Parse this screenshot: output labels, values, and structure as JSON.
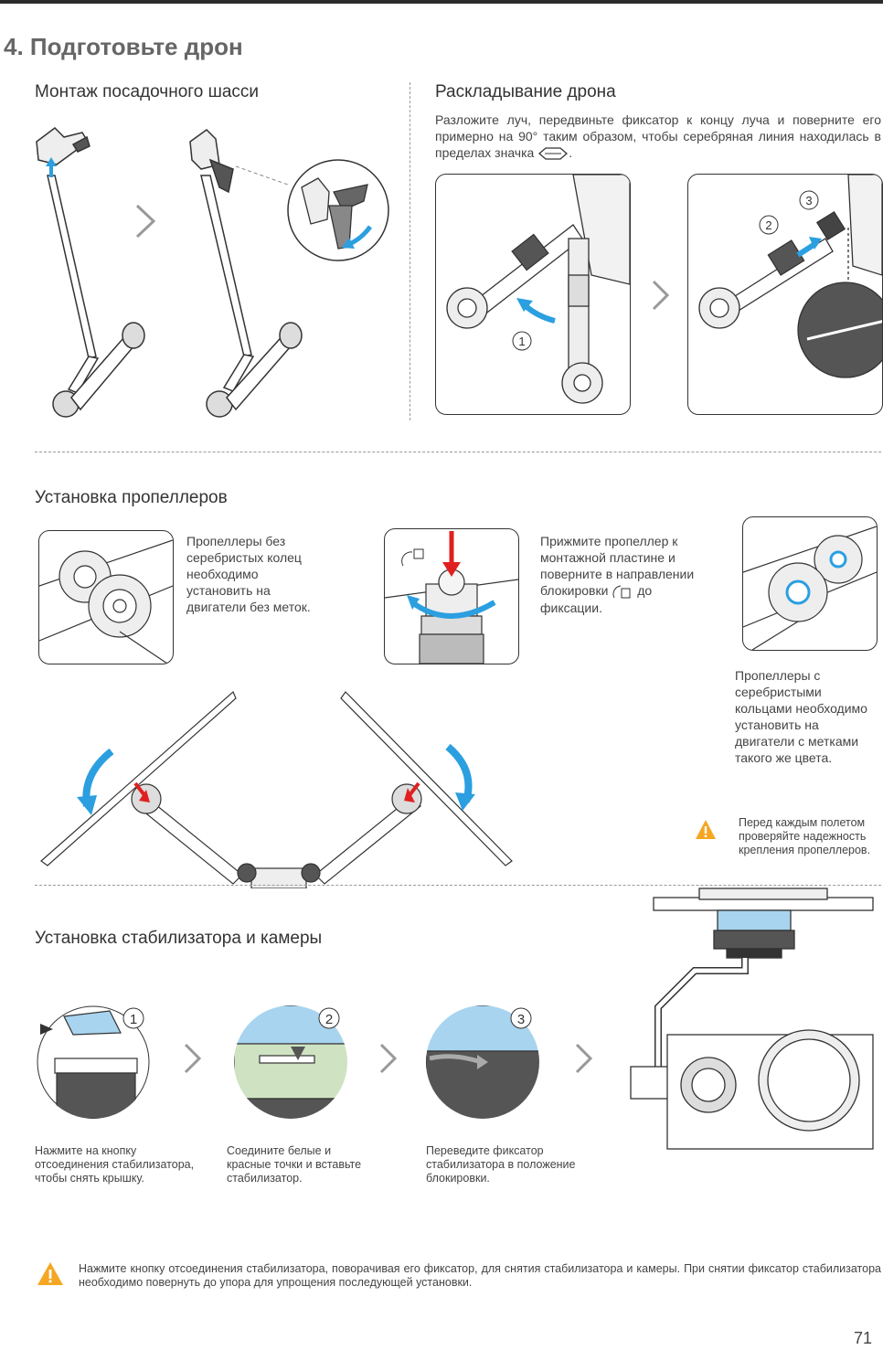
{
  "page": {
    "title": "4.  Подготовьте дрон",
    "page_number": "71"
  },
  "landing_gear": {
    "heading": "Монтаж посадочного шасси"
  },
  "unfolding": {
    "heading": "Раскладывание дрона",
    "text_before_icon": "Разложите луч, передвиньте фиксатор к концу луча и поверните его примерно на 90° таким образом, чтобы серебряная линия находилась в пределах значка",
    "text_after_icon": ".",
    "step_1": "1",
    "step_2": "2",
    "step_3": "3"
  },
  "propellers": {
    "heading": "Установка пропеллеров",
    "no_marks_text": "Пропеллеры без серебристых колец необходимо установить на двигатели без меток.",
    "press_text_before": "Прижмите пропеллер к монтажной пластине и поверните в направлении блокировки",
    "press_text_after": "до фиксации.",
    "marked_text": "Пропеллеры с серебристыми кольцами необходимо установить на двигатели с метками такого же цвета.",
    "warning_text": "Перед каждым полетом проверяйте надежность крепления пропеллеров."
  },
  "gimbal": {
    "heading": "Установка стабилизатора и камеры",
    "step_1": "1",
    "step_2": "2",
    "step_3": "3",
    "caption_1": "Нажмите на кнопку отсоединения стабилизатора, чтобы снять крышку.",
    "caption_2": "Соедините белые и красные точки и вставьте стабилизатор.",
    "caption_3": "Переведите фиксатор стабилизатора в положение блокировки.",
    "warning_text": "Нажмите кнопку отсоединения стабилизатора, поворачивая его фиксатор, для снятия стабилизатора и камеры. При снятии фиксатор стабилизатора необходимо повернуть до упора для упрощения последующей установки."
  },
  "colors": {
    "accent_blue": "#2b9fe0",
    "warning_orange": "#f5a623",
    "arrow_red": "#e02020",
    "mount_blue": "#a8d4ef",
    "mount_green": "#cfe3c3"
  }
}
